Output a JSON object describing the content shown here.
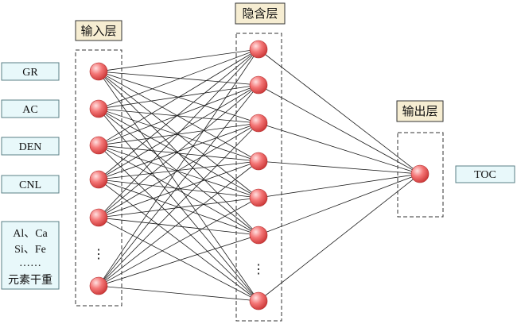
{
  "input_variables": [
    "GR",
    "AC",
    "DEN",
    "CNL"
  ],
  "element_box": {
    "line1": "Al、Ca",
    "line2": "Si、Fe",
    "line3": "……",
    "line4": "元素干重"
  },
  "output_variable": "TOC",
  "layers": {
    "input": {
      "title": "输入层"
    },
    "hidden": {
      "title": "隐含层"
    },
    "output": {
      "title": "输出层"
    }
  },
  "ellipsis": "⋮",
  "colors": {
    "node_fill": "#f06060",
    "node_highlight": "#ffe0e0",
    "box_fill": "#e8f8fa",
    "title_fill": "#f6edd2"
  }
}
